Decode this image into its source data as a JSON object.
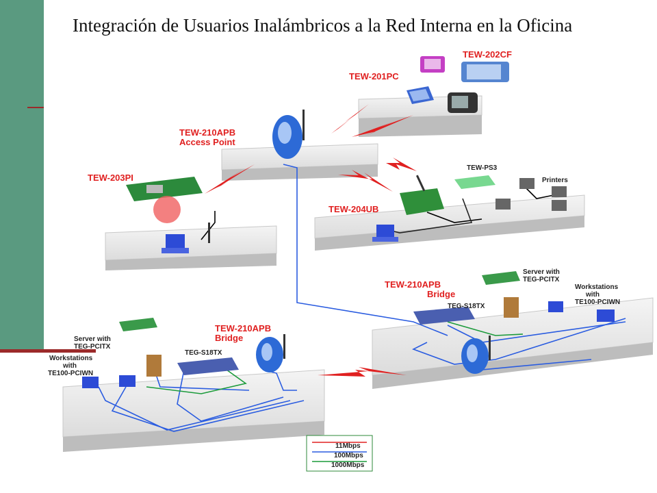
{
  "slide": {
    "title": "Integración de Usuarios Inalámbricos a la Red Interna en la Oficina"
  },
  "devices": {
    "tew_202cf": "TEW-202CF",
    "tew_201pc": "TEW-201PC",
    "tew_210apb_ap": "TEW-210APB",
    "access_point": "Access Point",
    "tew_203pi": "TEW-203PI",
    "tew_ps3": "TEW-PS3",
    "printers": "Printers",
    "tew_204ub": "TEW-204UB",
    "right_bridge_model": "TEW-210APB",
    "right_bridge": "Bridge",
    "right_server_1": "Server with",
    "right_server_2": "TEG-PCITX",
    "right_switch": "TEG-S18TX",
    "right_ws_1": "Workstations",
    "right_ws_2": "with",
    "right_ws_3": "TE100-PCIWN",
    "left_bridge_model": "TEW-210APB",
    "left_bridge": "Bridge",
    "left_server_1": "Server with",
    "left_server_2": "TEG-PCITX",
    "left_switch": "TEG-S18TX",
    "left_ws_1": "Workstations",
    "left_ws_2": "with",
    "left_ws_3": "TE100-PCIWN"
  },
  "legend": {
    "items": [
      {
        "label": "11Mbps",
        "color": "#e02020"
      },
      {
        "label": "100Mbps",
        "color": "#2a5ce0"
      },
      {
        "label": "1000Mbps",
        "color": "#1a9a3a"
      }
    ]
  },
  "colors": {
    "sidebar": "#5a9a80",
    "accent_rule": "#9b2a2a",
    "wireless": "#e02020",
    "ethernet_100": "#2a5ce0",
    "ethernet_1000": "#1a9a3a"
  }
}
